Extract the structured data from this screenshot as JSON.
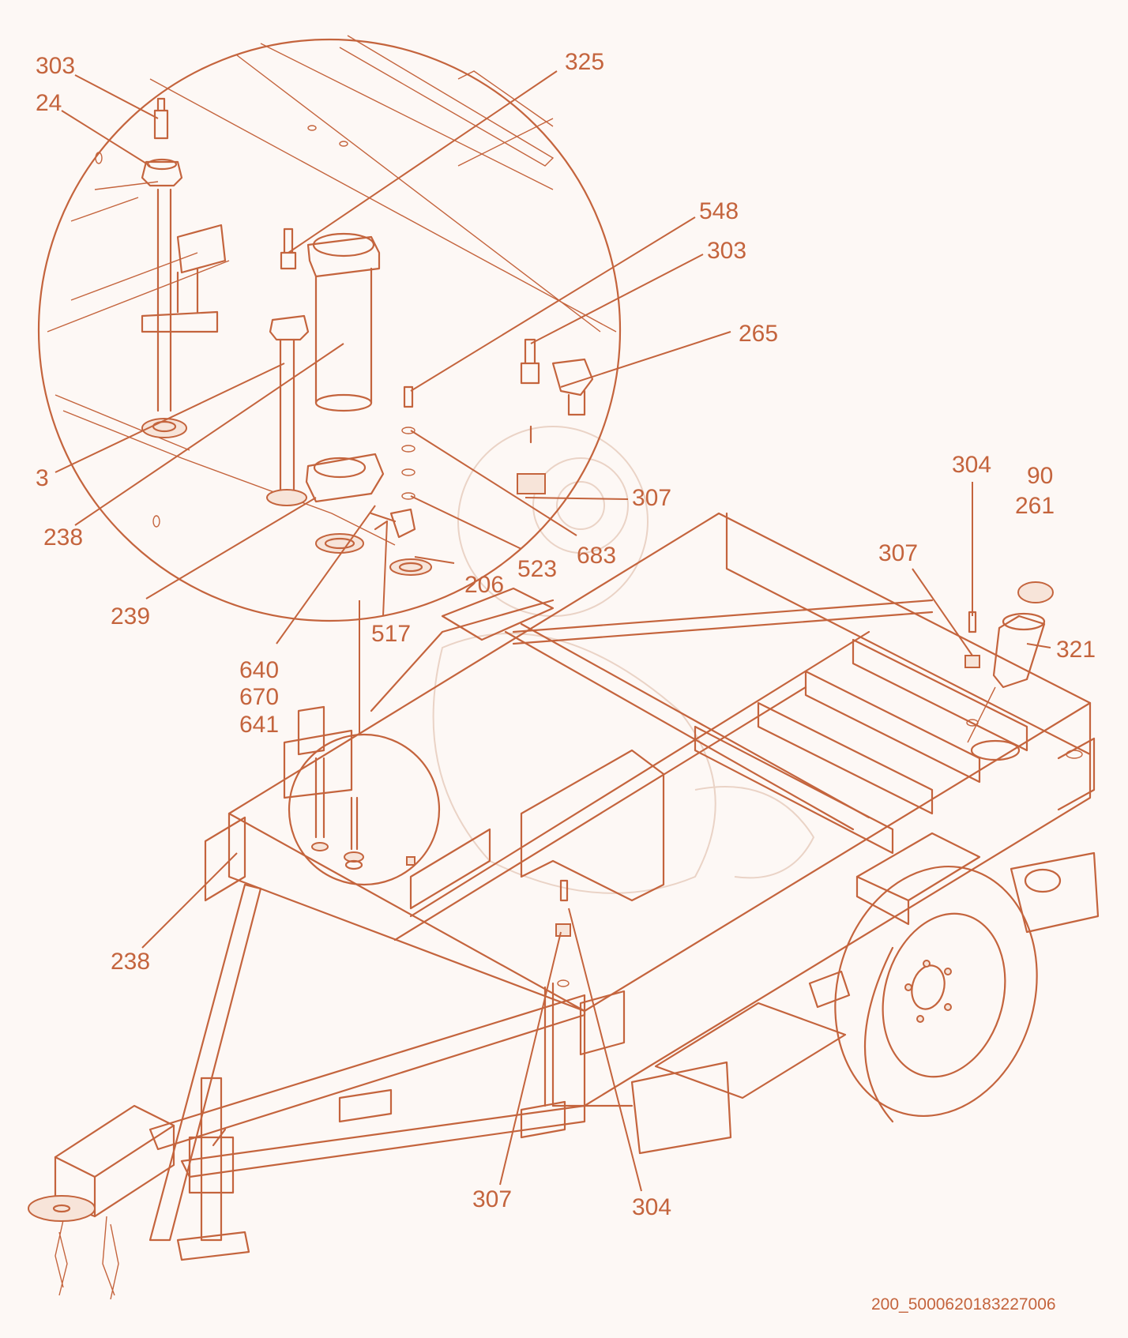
{
  "diagram": {
    "callouts": [
      {
        "id": "c303a",
        "text": "303"
      },
      {
        "id": "c24",
        "text": "24"
      },
      {
        "id": "c325",
        "text": "325"
      },
      {
        "id": "c548",
        "text": "548"
      },
      {
        "id": "c303b",
        "text": "303"
      },
      {
        "id": "c265",
        "text": "265"
      },
      {
        "id": "c3",
        "text": "3"
      },
      {
        "id": "c238a",
        "text": "238"
      },
      {
        "id": "c307a",
        "text": "307"
      },
      {
        "id": "c683",
        "text": "683"
      },
      {
        "id": "c523",
        "text": "523"
      },
      {
        "id": "c206",
        "text": "206"
      },
      {
        "id": "c239",
        "text": "239"
      },
      {
        "id": "c517",
        "text": "517"
      },
      {
        "id": "c640",
        "text": "640"
      },
      {
        "id": "c670",
        "text": "670"
      },
      {
        "id": "c641",
        "text": "641"
      },
      {
        "id": "c304a",
        "text": "304"
      },
      {
        "id": "c90",
        "text": "90"
      },
      {
        "id": "c261",
        "text": "261"
      },
      {
        "id": "c307b",
        "text": "307"
      },
      {
        "id": "c321",
        "text": "321"
      },
      {
        "id": "c238b",
        "text": "238"
      },
      {
        "id": "c307c",
        "text": "307"
      },
      {
        "id": "c304b",
        "text": "304"
      }
    ],
    "drawing_code": "200_5000620183227006",
    "colors": {
      "line": "#c4643d",
      "background": "#fdf8f5",
      "fill": "#f7e4d9"
    }
  }
}
